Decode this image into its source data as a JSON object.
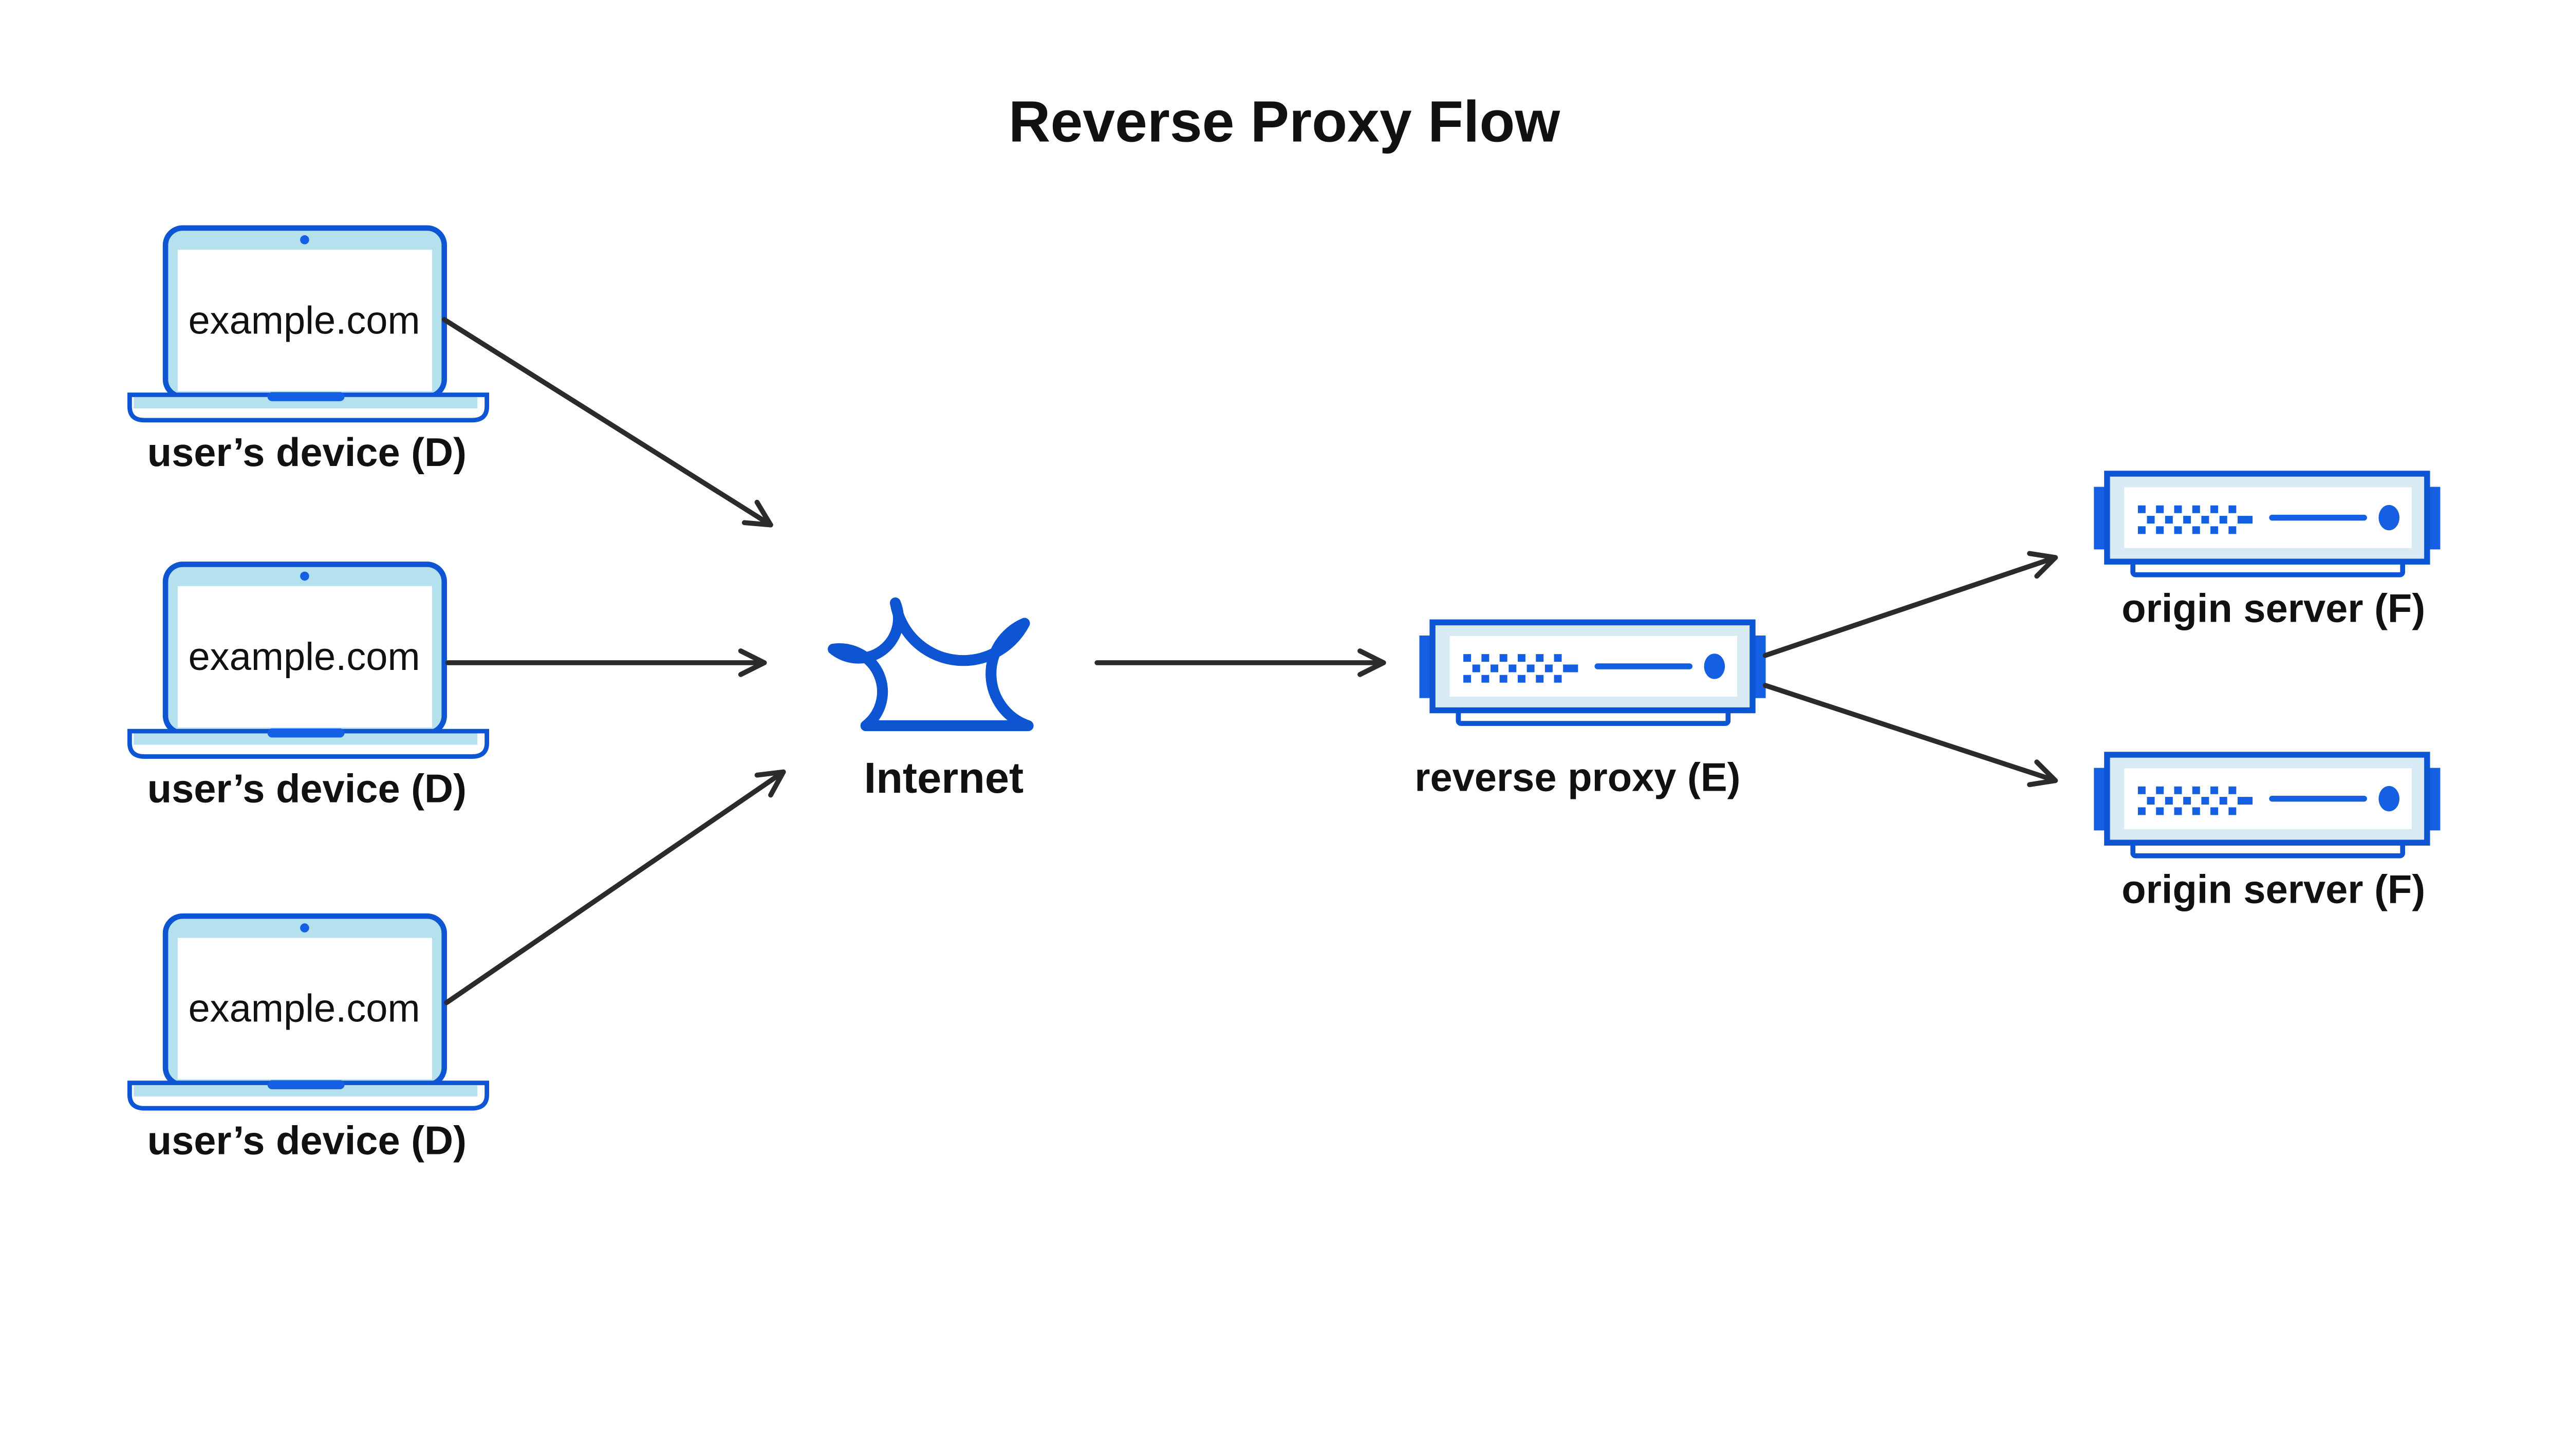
{
  "title": "Reverse Proxy Flow",
  "devices": [
    {
      "screen_text": "example.com",
      "label": "user’s device (D)"
    },
    {
      "screen_text": "example.com",
      "label": "user’s device (D)"
    },
    {
      "screen_text": "example.com",
      "label": "user’s device (D)"
    }
  ],
  "internet": {
    "label": "Internet",
    "icon": "cloud-icon"
  },
  "reverse_proxy": {
    "label": "reverse proxy (E)",
    "icon": "server-icon"
  },
  "origin_servers": [
    {
      "label": "origin server (F)",
      "icon": "server-icon"
    },
    {
      "label": "origin server (F)",
      "icon": "server-icon"
    }
  ],
  "colors": {
    "outline_blue": "#0E55D4",
    "accent_blue": "#1560E2",
    "laptop_fill": "#B5E0EE",
    "server_fill": "#D8EBF5",
    "arrow": "#2B2B2B",
    "text": "#111111",
    "background": "#FFFFFF"
  }
}
